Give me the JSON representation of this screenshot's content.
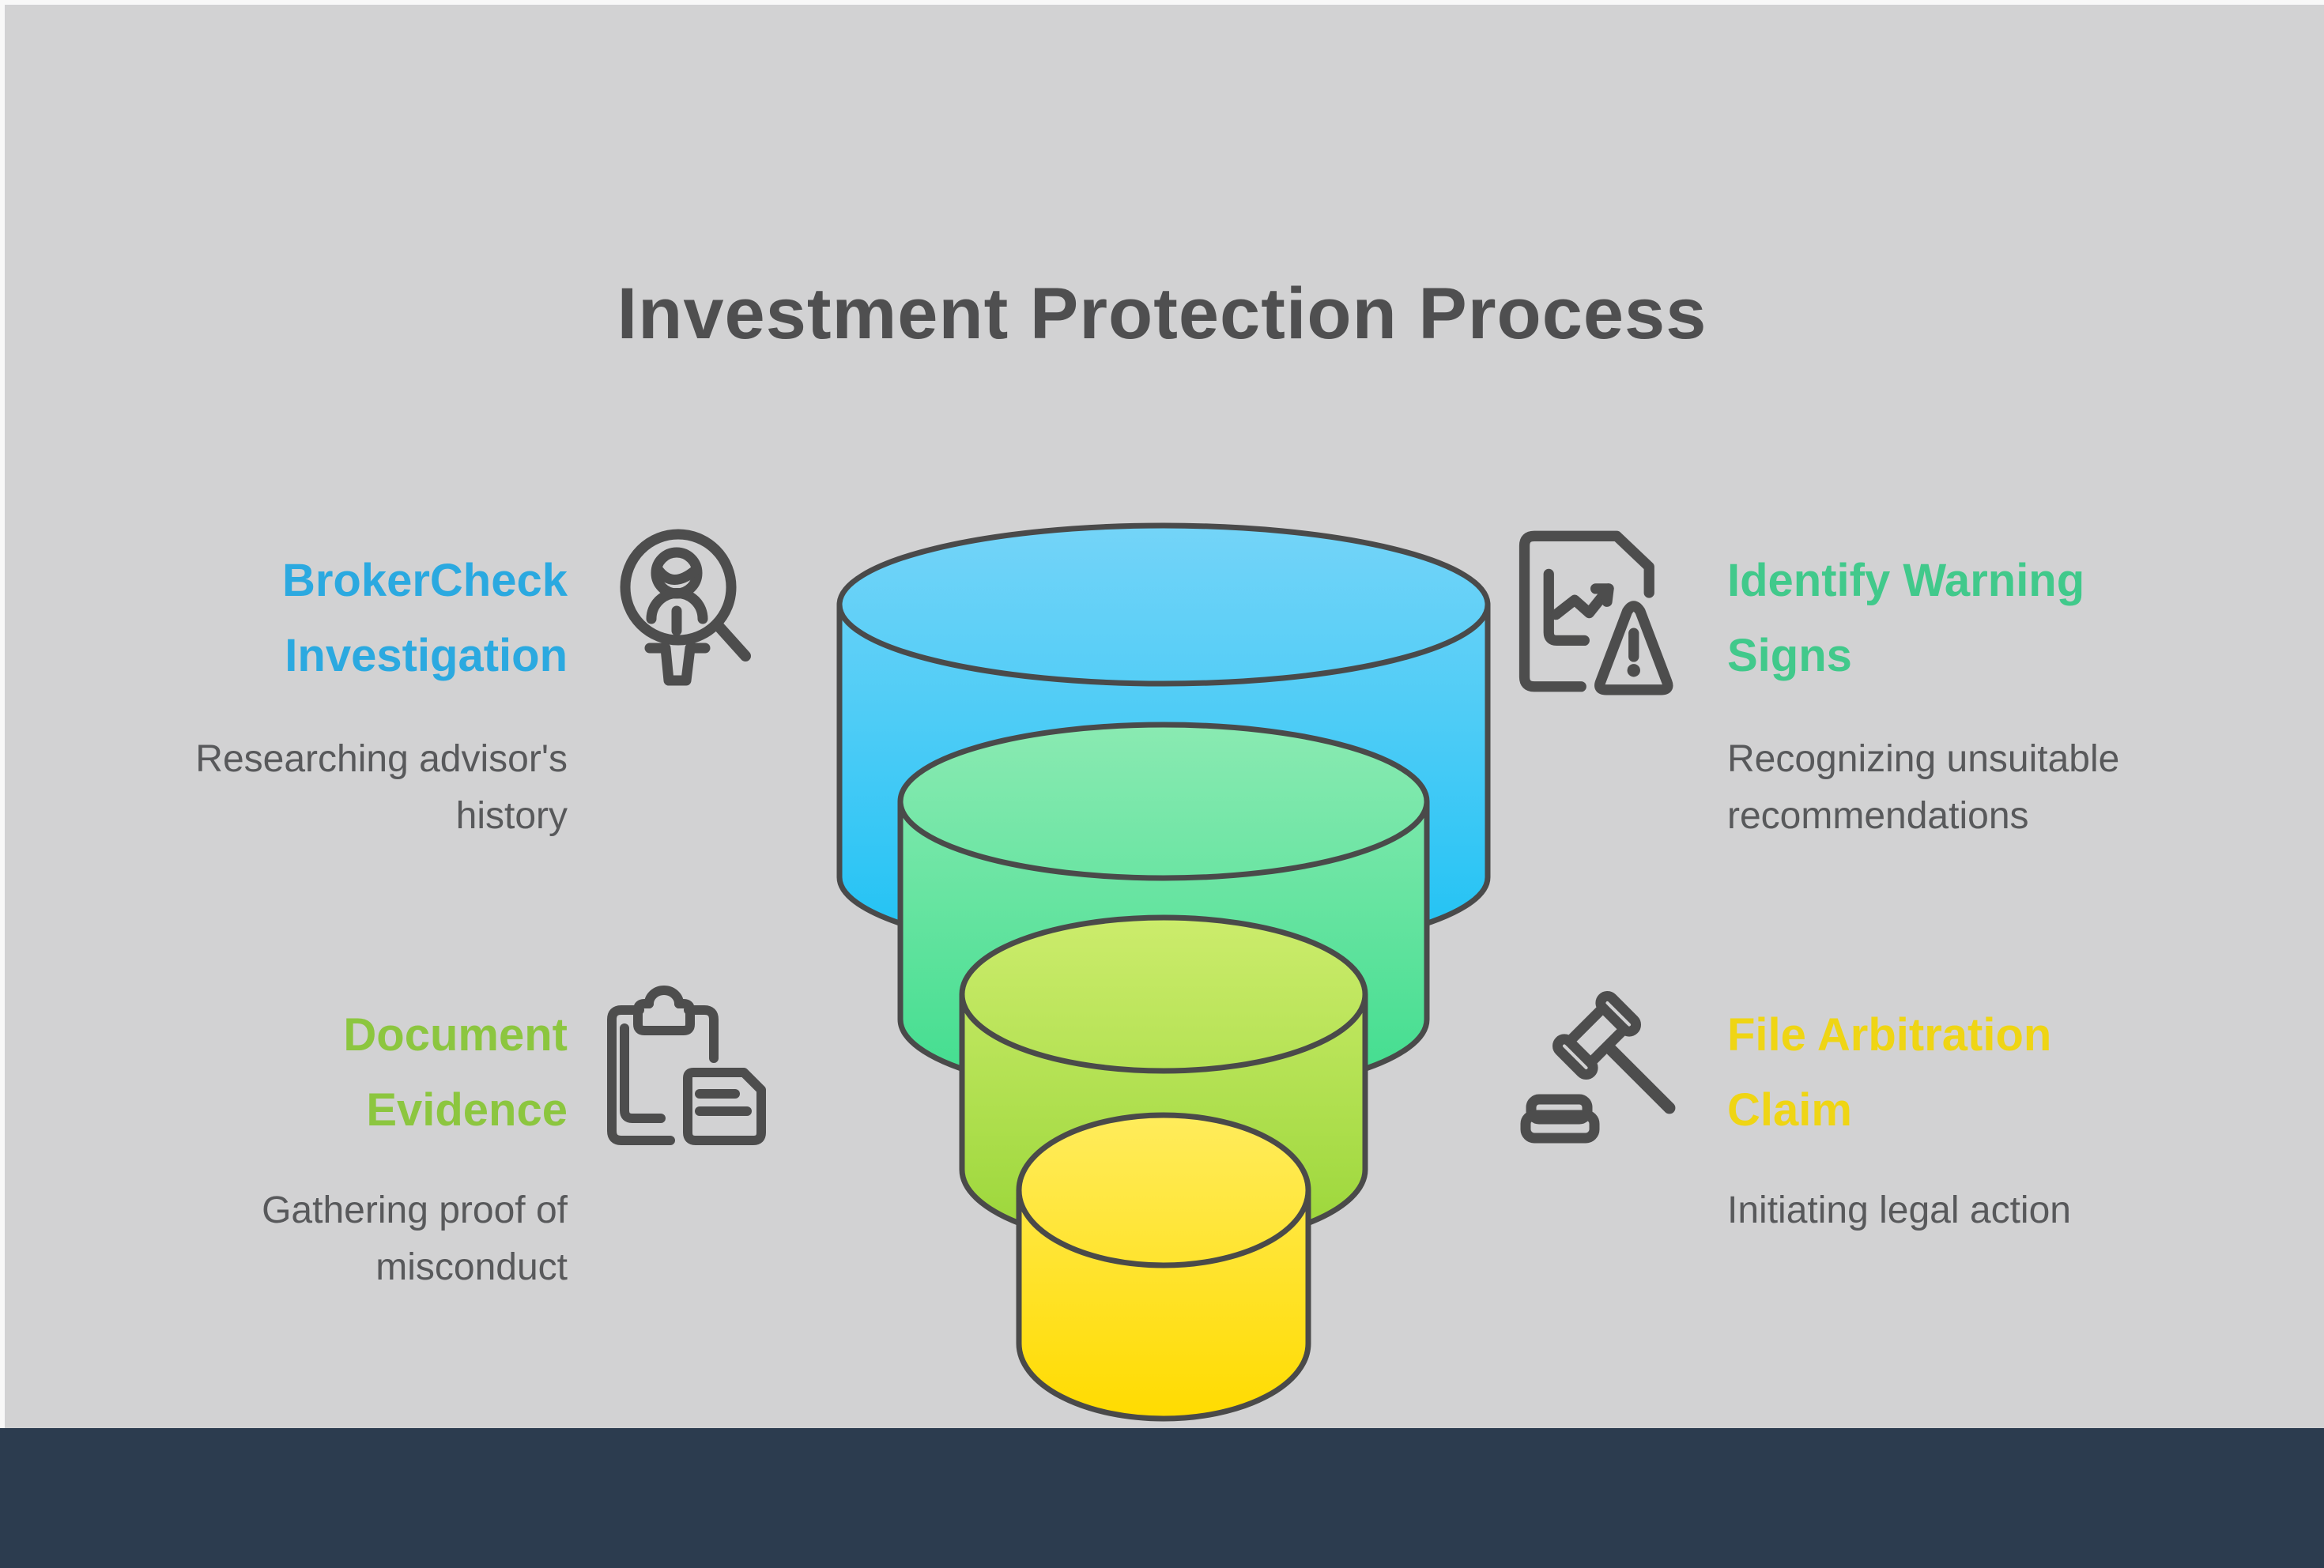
{
  "title": "Investment Protection Process",
  "steps": [
    {
      "id": "brokercheck-investigation",
      "title_lines": [
        "BrokerCheck",
        "Investigation"
      ],
      "description_lines": [
        "Researching advisor's",
        "history"
      ],
      "accent_color": "#2BA9E0",
      "icon": "person-search-icon",
      "position": "top-left"
    },
    {
      "id": "identify-warning-signs",
      "title_lines": [
        "Identify Warning",
        "Signs"
      ],
      "description_lines": [
        "Recognizing unsuitable",
        "recommendations"
      ],
      "accent_color": "#41C98B",
      "icon": "document-chart-warning-icon",
      "position": "top-right"
    },
    {
      "id": "document-evidence",
      "title_lines": [
        "Document",
        "Evidence"
      ],
      "description_lines": [
        "Gathering proof of",
        "misconduct"
      ],
      "accent_color": "#8CC63F",
      "icon": "clipboard-document-icon",
      "position": "bottom-left"
    },
    {
      "id": "file-arbitration-claim",
      "title_lines": [
        "File Arbitration",
        "Claim"
      ],
      "description_lines": [
        "Initiating legal action"
      ],
      "accent_color": "#EFD514",
      "icon": "gavel-icon",
      "position": "bottom-right"
    }
  ],
  "funnel": {
    "type": "stacked-cylinder-funnel",
    "tiers": [
      {
        "name": "tier-1-blue",
        "gradient_top": "#74D4F8",
        "gradient_bottom": "#1FC2F4"
      },
      {
        "name": "tier-2-green",
        "gradient_top": "#8AEAB2",
        "gradient_bottom": "#40DD8E"
      },
      {
        "name": "tier-3-lime",
        "gradient_top": "#CCEC6C",
        "gradient_bottom": "#9AD639"
      },
      {
        "name": "tier-4-yellow",
        "gradient_top": "#FFEC5C",
        "gradient_bottom": "#FFDB00"
      }
    ],
    "outline_color": "#4A4A4A"
  },
  "colors": {
    "background": "#D2D2D3",
    "page_edge": "#F8F8F8",
    "footer": "#2C3C4F",
    "title_text": "#4F4F50",
    "description_text": "#58595B",
    "icon_stroke": "#4D4D4D"
  }
}
